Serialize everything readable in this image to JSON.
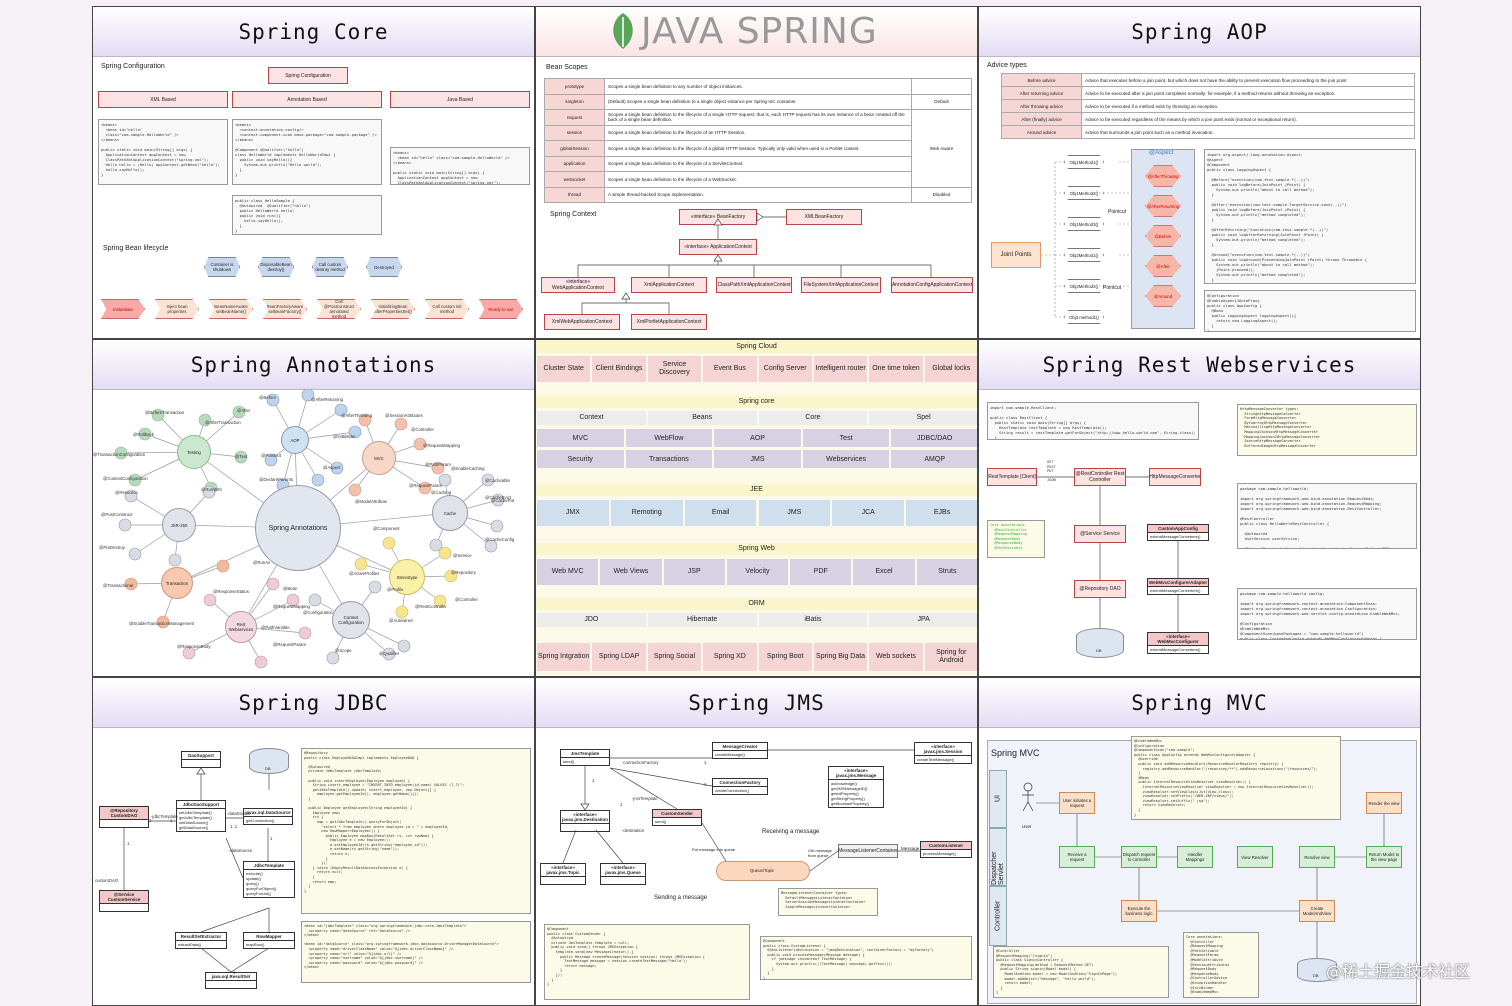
{
  "panels": {
    "core": "Spring  Core",
    "java": "JAVA SPRING",
    "aop": "Spring  AOP",
    "annotations": "Spring  Annotations",
    "rest": "Spring  Rest  Webservices",
    "jdbc": "Spring  JDBC",
    "jms": "Spring  JMS",
    "mvc": "Spring  MVC"
  },
  "core": {
    "config_title": "Spring Configuration",
    "config_root": "Spring Configuration",
    "config_types": [
      "XML Based",
      "Annotation Based",
      "Java Based"
    ],
    "code1": "<beans>\n  <bean id=\"hello\"\n  class=\"com.sample.HelloWorld\" />\n</beans>\n\npublic static void main(String[] args) {\n  ApplicationContext appContext = new\n  ClassPathXmlApplicationContext(\"spring.xml\");\n  Hello hello = (Hello) appContext.getBean(\"hello\");\n  hello.sayHello();\n}",
    "code2": "<beans>\n  <context:annotation-config/>\n  <context:component-scan base-package=\"com.sample.package\" />\n</beans>\n\n@Component @Qualifier(\"hello\")\nclass HelloWorld implements HelloWorldImpl {\n  public void sayHello(){\n    System.out.println(\"Hello world\");\n  }\n}",
    "code3": "<beans>\n  <bean id=\"hello\" class=\"com.sample.HelloWorld\" />\n</beans>\n\npublic static void main(String[] args) {\n  ApplicationContext appContext = new\n  ClassPathXmlApplicationContext(\"spring.xml\");\n  Hello hello = (Hello) appContext.getBean(\"hello\");\n  hello.sayHello();\n}",
    "code4": "public class HelloSample {\n  @Autowired  @Qualifier(\"hello\")\n  public HelloWorld hello;\n  public void run(){\n    hello.sayHello();\n  }\n}",
    "lifecycle_title": "Spring Bean lifecycle",
    "lifecycle_top": [
      "Container is shutdown",
      "DisposableBean destroy()",
      "Call custom destroy method",
      "Destroyed"
    ],
    "lifecycle_bottom": [
      "Instantiate",
      "Inject bean properties",
      "BeanNameAware setBeanName()",
      "BeanFactoryAware setBeanFactory()",
      "Call @Postconstruct annotated method",
      "InitializingBean afterPropertiesSet()",
      "Call custom init method",
      "Ready to use"
    ]
  },
  "java": {
    "scopes_title": "Bean Scopes",
    "scopes": [
      {
        "name": "prototype",
        "desc": "Scopes a single bean definition to any number of object instances.",
        "note": ""
      },
      {
        "name": "singleton",
        "desc": "(Default) Scopes a single bean definition to a single object instance per Spring IoC container.",
        "note": "Default"
      },
      {
        "name": "request",
        "desc": "Scopes a single bean definition to the lifecycle of a single HTTP request; that is, each HTTP request has its own instance of a bean created off the back of a single bean definition.",
        "note": ""
      },
      {
        "name": "session",
        "desc": "Scopes a single bean definition to the lifecycle of an HTTP Session.",
        "note": ""
      },
      {
        "name": "globalSession",
        "desc": "Scopes a single bean definition to the lifecycle of a global HTTP Session. Typically only valid when used in a Portlet context.",
        "note": "Web Aware"
      },
      {
        "name": "application",
        "desc": "Scopes a single bean definition to the lifecycle of a ServletContext.",
        "note": ""
      },
      {
        "name": "websocket",
        "desc": "Scopes a single bean definition to the lifecycle of a WebSocket.",
        "note": ""
      },
      {
        "name": "thread",
        "desc": "A simple thread-backed Scope implementation.",
        "note": "Disabled"
      }
    ],
    "context_title": "Spring Context",
    "beanfactory": "«interface» BeanFactory",
    "xmlbeanfactory": "XMLBeanFactory",
    "appcontext": "«interface» ApplicationContext",
    "webappcontext": "«interface» WebApplicationContext",
    "impls": [
      "XmlApplicationContext",
      "ClassPathXmlApplicationContext",
      "FileSystemXmlApplicationContext",
      "AnnotationConfigApplicationContext"
    ],
    "webimpls": [
      "XmlWebApplicationContext",
      "XmlPortletApplicationContext"
    ]
  },
  "aop": {
    "advice_title": "Advice types",
    "advice": [
      {
        "name": "Before advice",
        "desc": "Advice that executes before a join point, but which does not have the ability to prevent execution flow proceeding to the join point"
      },
      {
        "name": "After returning advice",
        "desc": "Advice to be executed after a join point completes normally: for example, if a method returns without throwing an exception."
      },
      {
        "name": "After throwing advice",
        "desc": "Advice to be executed if a method exits by throwing an exception."
      },
      {
        "name": "After (finally) advice",
        "desc": "Advice to be executed regardless of the means by which a join point exits (normal or exceptional return)."
      },
      {
        "name": "Around advice",
        "desc": "Advice that surrounds a join point such as a method invocation."
      }
    ],
    "joinpoints": "Joint Points",
    "pointcut1": "Pointcut",
    "pointcut2": "Pointcut",
    "aspect": "@Aspect",
    "methods": [
      "Obj1Method1()",
      "Obj1Method2()",
      "Obj1Method3()",
      "Obj2Method1()",
      "Obj2Method2()",
      "Obj3.method1()"
    ],
    "advices": [
      "@AfterThrowing",
      "@AfterReturning",
      "@Before",
      "@After",
      "@Around"
    ],
    "code1": "import org.aspectj.lang.annotation.Aspect;\n@Aspect\n@Component\npublic class LoggingAspect {\n\n  @Before(\"execution(com.test.sample.*(..))\")\n  public void logBefore(JoinPoint jPoint) {\n    System.out.println(\"about to call method\");\n  }\n\n  @After(\"execution(com.test.sample.TargetService.save(..))\")\n  public void logBefore(JoinPoint jPoint) {\n    System.out.println(\"method completed\");\n  }\n\n  @AfterReturning(\"execution(com.test.sample.*(..))\")\n  public void logAfterReturning(JoinPoint jPoint) {\n    System.out.println(\"method completed\");\n  }\n\n  @Around(\"execution(com.test.sample.*(..))\")\n  public void logAround(ProceedingJoinPoint jPoint) throws Throwable {\n    System.out.println(\"about to call method\");\n    jPoint.proceed();\n    System.out.println(\"method completed\");\n  }\n}",
    "code2": "@Configuration\n@EnableAspectJAutoProxy\npublic class AppConfig {\n  @Bean\n  public LoggingAspect loggingAspect(){\n    return new LoggingAspect();\n  }\n}"
  },
  "annotations": {
    "center": "Spring Annotations",
    "hubs": [
      "Testing",
      "AOP",
      "MVC",
      "JSR-250",
      "Cache",
      "Transaction",
      "Stereotype",
      "Rest Webservices",
      "Context Configuration"
    ],
    "tags": [
      "@BeforeTransaction",
      "@AfterTransaction",
      "@Rollback",
      "@TransactionConfiguration",
      "@ContextConfiguration",
      "@Resource",
      "@PostConstruct",
      "@PreDestroy",
      "@RunWith",
      "@Test",
      "@Before",
      "@After",
      "@AfterReturning",
      "@AfterThrowing",
      "@Pointcut",
      "@Aspect",
      "@DeclareParents",
      "@SessionAttributes",
      "@Controller",
      "@InitBinder",
      "@RequestMapping",
      "@PathParam",
      "@RequestParam",
      "@ModelAttribute",
      "@EnableCaching",
      "@CacheEvict",
      "@CachePut",
      "@Cacheable",
      "@Caching",
      "@CacheConfig",
      "@Component",
      "@Service",
      "@Repository",
      "@Controller",
      "@RestController",
      "@ResponseStatus",
      "@Transactional",
      "@EnableTransactionManagement",
      "@RequestMapping",
      "@PathVariable",
      "@ResponseBody",
      "@RequestParam",
      "@Scope",
      "@Profile",
      "@ActiveProfiles",
      "@Bean",
      "@Configuration",
      "@Autowired",
      "@Qualifier",
      "@RunAs"
    ]
  },
  "cloud": {
    "title": "Spring Cloud",
    "items": [
      "Cluster State",
      "Client Bindings",
      "Service Discovery",
      "Event Bus",
      "Config Server",
      "Intelligent router",
      "One time token",
      "Global locks"
    ],
    "core_title": "Spring core",
    "core_row1": [
      "Context",
      "Beans",
      "Core",
      "Spel"
    ],
    "core_row2": [
      "MVC",
      "WebFlow",
      "AOP",
      "Test",
      "JDBC/DAO"
    ],
    "core_row3": [
      "Security",
      "Transactions",
      "JMS",
      "Webservices",
      "AMQP"
    ],
    "jee_title": "JEE",
    "jee": [
      "JMX",
      "Remoting",
      "Email",
      "JMS",
      "JCA",
      "EJBs"
    ],
    "web_title": "Spring Web",
    "web": [
      "Web MVC",
      "Web Views",
      "JSP",
      "Velocity",
      "PDF",
      "Excel",
      "Struts"
    ],
    "orm_title": "ORM",
    "orm": [
      "JDO",
      "Hibernate",
      "iBatis",
      "JPA"
    ],
    "bottom": [
      "Spring Intgration",
      "Spring LDAP",
      "Spring Social",
      "Spring XD",
      "Spring Boot",
      "Spring Big Data",
      "Web sockets",
      "Spring for Android"
    ]
  },
  "rest": {
    "code1": "import com.sample.RestClient;\n\npublic class RestClient {\n  public static void main(String[] args) {\n    RestTemplate restTemplate = new RestTemplate();\n    String result = restTemplate.getForObject(\"http://www.hello-world.com\", String.class);\n  }\n}",
    "converters": "HttpMessageConverter types:\n  StringHttpMessageConverter\n  FormHttpMessageConverter\n  ByteArrayHttpMessageConverter\n  MarshallingHttpMessageConverter\n  MappingJacksonHttpMessageConverter\n  MappingJackson2HttpMessageConverter\n  SourceHttpMessageConverter\n  BufferedImageHttpMessageConverter",
    "resttemplate": "RestTemplate [Client]",
    "restcontroller": "@RestController Rest Controller",
    "converter": "HttpMessageConverter",
    "methods": "GET\nPOST\nPUT\n\nJSON",
    "core_annotations": "Core Annotations\n  @RestController\n  @RequestMapping\n  @RequestBody\n  @ResponseBody\n  @PathVariable",
    "service": "@Service Service",
    "repository": "@Repository DAO",
    "db": "DB",
    "customconfig": "CustomAppConfig",
    "webmvc": "WebMvcConfigurerAdapter",
    "webmvcif": "«interface» WebMvcConfigurer",
    "ext1": "extendMessageConverters()",
    "ext2": "extendMessageConverters()",
    "ext3": "extendMessageConverters()",
    "code2": "package com.sample.helloworld;\n\nimport org.springframework.web.bind.annotation.RequestBody;\nimport org.springframework.web.bind.annotation.RequestMapping;\nimport org.springframework.web.bind.annotation.RestController;\n\n@RestController\npublic class HelloWorldRestController {\n\n  @Autowired\n  UserService userService;\n\n  @RequestMapping(value = \"/greeting\", method = RequestMethod.GET)\n  return \"Hello World from Spring REST\";\n}",
    "code3": "package com.sample.helloworld.config;\n\nimport org.springframework.context.annotation.ComponentScan;\nimport org.springframework.context.annotation.Configuration;\nimport org.springframework.web.servlet.config.annotation.EnableWebMvc;\n\n@Configuration\n@EnableWebMvc\n@ComponentScan(basePackages = \"com.sample.helloworld\")\npublic class CustomAppConfig extends WebMvcConfigurerAdapter {"
  },
  "jdbc": {
    "daosupport": "DaoSupport",
    "jdbcdaosupport": "JdbcDaoSupport",
    "repository": "@Repository CustomDAO",
    "service": "@Service CustomService",
    "datasource": "javax.sql.DataSource",
    "jdbctemplate": "JdbcTemplate",
    "db": "DB",
    "rse": "ResultSetExtractor",
    "rowmapper": "RowMapper",
    "resultset": "java.sql.ResultSet",
    "jdbcdaosupport_body": "setJdbcTemplate()\ngetJdbcTemplate()\nsetDataSource()\ngetDataSource()",
    "jdbctemplate_body": "execute()\nupdate()\nquery()\nqueryForObject()\nqueryForList()",
    "datasource_body": "getConnection()",
    "rse_body": "extractData()",
    "rowmapper_body": "mapRow()",
    "labels": [
      "-dataSource",
      "-jdbcTemplate",
      "customDAO",
      "-dataSource",
      "1",
      "1",
      "1..1",
      "1",
      "1",
      "1"
    ],
    "code1": "@Repository\npublic class EmployeeDAOImpl implements EmployeeDAO {\n\n  @Autowired\n  private JdbcTemplate jdbcTemplate;\n\n  public void insertEmployee(Employee employee) {\n    String insert_employee = \"INSERT INTO employee(id,name) VALUES (?,?)\";\n    getJdbcTemplate().update( insert_employee, new Object[] {\n      employee.getEmployeeId(), employee.getName()});\n  }\n\n  public Employee getEmployee(String employeeId) {\n    Employee emp;\n    try {\n      emp = getJdbcTemplate().queryForObject(\n        \"select * from employee where employee_id = \" + employeeId,\n        new RowMapper<Employee>() {\n          public Employee mapRow(ResultSet rs, int rowNum) {\n            Employee e = new Employee();\n            e.setEmployeeId(rs.getString(\"employee_id\"));\n            e.setName(rs.getString(\"name\"));\n            return e;\n          }\n        });\n    } catch (EmptyResultDataAccessException e) {\n      return null;\n    }\n    return emp;\n  }\n}",
    "code2": "<bean id=\"jdbcTemplate\" class=\"org.springframework.jdbc.core.JdbcTemplate\">\n  <property name=\"dataSource\" ref=\"dataSource\" />\n</bean>\n\n<bean id=\"dataSource\" class=\"org.springframework.jdbc.datasource.DriverManagerDataSource\">\n  <property name=\"driverClassName\" value=\"${jdbc.driverClassName}\" />\n  <property name=\"url\" value=\"${jdbc.url}\" />\n  <property name=\"username\" value=\"${jdbc.username}\" />\n  <property name=\"password\" value=\"${jdbc.password}\" />\n</bean>"
  },
  "jms": {
    "jmstemplate": "JmsTemplate",
    "jmstemplate_body": "send()",
    "destination": "«interface» javax.jms.Destination",
    "topic": "«interface» javax.jms.Topic",
    "queue": "«interface» javax.jms.Queue",
    "messagecreator": "MessageCreator",
    "messagecreator_body": "createMessage()",
    "connectionfactory": "ConnectionFactory",
    "connectionfactory_body": "createConnection()",
    "customsender": "CustomSender",
    "customsender_body": "send()",
    "message": "«interface» javax.jms.Message",
    "message_body": "acknowledge()\ngetJMSMessageID()\ngetIntProperty()\ngetStringProperty()\ngetBooleanProperty()",
    "session": "«interface» javax.jms.Session",
    "session_body": "createTextMessage()",
    "receiving": "Receiving a message",
    "sending": "Sending a message",
    "queuetopic": "Queue/Topic",
    "putmsg": "Put message into queue",
    "getmsg": "Get message from queue",
    "listenercontainer": "MessageListenerContainer",
    "customlistener": "CustomListener",
    "customlistener_body": "processMessage()",
    "messagelabel": "Message",
    "containertypes": "MessageListenerContainer types:\n  DefaultMessageListenerContainer\n  ServerSessionMessageListenerContainer\n  SimpleMessageListenerContainer",
    "labels": [
      "-connectionFactory",
      "-jmsTemplate",
      "-destination",
      "1",
      "1",
      "1",
      "1"
    ],
    "code1": "@Component\npublic class CustomSender {\n  @Autowired\n  private JmsTemplate template = null;\n  public void send() throws JMSException {\n    template.send(new MessageCreator() {\n      public Message createMessage(Session session) throws JMSException {\n        TextMessage message = session.createTextMessage(\"Hello\");\n        return message;\n      }\n    });\n  }\n}",
    "code2": "@Component\npublic class CustomListener {\n  @JmsListener(destination = \"jmsqDestination\", containerFactory = \"myFactory\")\n  public void processMessage(Message message) {\n    if (message instanceof TextMessage) {\n      System.out.println(((TextMessage) message).getText());\n    }\n  }\n}"
  },
  "mvc": {
    "title": "Spring MVC",
    "lanes": [
      "UI",
      "Dispatcher Servlet",
      "Controller"
    ],
    "user": "User",
    "initiate": "User initiates a request",
    "render": "Render the view",
    "flow": [
      "Receive a request",
      "Dispatch request to controller",
      "Handler Mappings",
      "View Resolver",
      "Resolve view",
      "Return Model to the view page"
    ],
    "execute": "Execute the business logic",
    "model": "Create ModelAndView",
    "db": "DB",
    "code1": "@EnableWebMvc\n@Configuration\n@ComponentScan(\"com.sample\")\npublic class AppConfig extends WebMvcConfigurerAdapter {\n  @Override\n  public void addResourceHandlers(ResourceHandlerRegistry registry) {\n    registry.addResourceHandler(\"/resources/**\").addResourceLocations(\"/resources/\");\n  }\n  @Bean\n  public InternalResourceViewResolver viewResolver() {\n    InternalResourceViewResolver viewResolver = new InternalResourceViewResolver();\n    viewResolver.setViewClass(JstlView.class);\n    viewResolver.setPrefix(\"/WEB-INF/views/\");\n    viewResolver.setSuffix(\".jsp\");\n    return viewResolver;\n  }\n}",
    "code2": "@Controller\n@RequestMapping(\"/signin\")\npublic class SigninController {\n  @RequestMapping(method = RequestMethod.GET)\n  public String signin(Model model) {\n    ModelAndView model = new ModelAndView(\"SignInPage\");\n    model.addObject(\"message\", \"hello world\");\n    return model;\n  }\n}",
    "core": "Core annotations:\n  @Controller\n  @RequestMapping\n  @PathVariable\n  @RequestParam\n  @ModelAttribute\n  @SessionAttributes\n  @RequestBody\n  @ResponseBody\n  @ControllerAdvice\n  @ExceptionHandler\n  @InitBinder\n  @EnableWebMvc"
  },
  "watermark": "@稀土掘金技术社区",
  "colors": {
    "title_grad": "#e4dcf4",
    "lifecycle": "#f8c0c0",
    "scope_name": "#f7d6d6",
    "stack_bar": "#e7e0f0",
    "stack_title": "#fbf5cc",
    "leaf": "#2e8b57"
  }
}
